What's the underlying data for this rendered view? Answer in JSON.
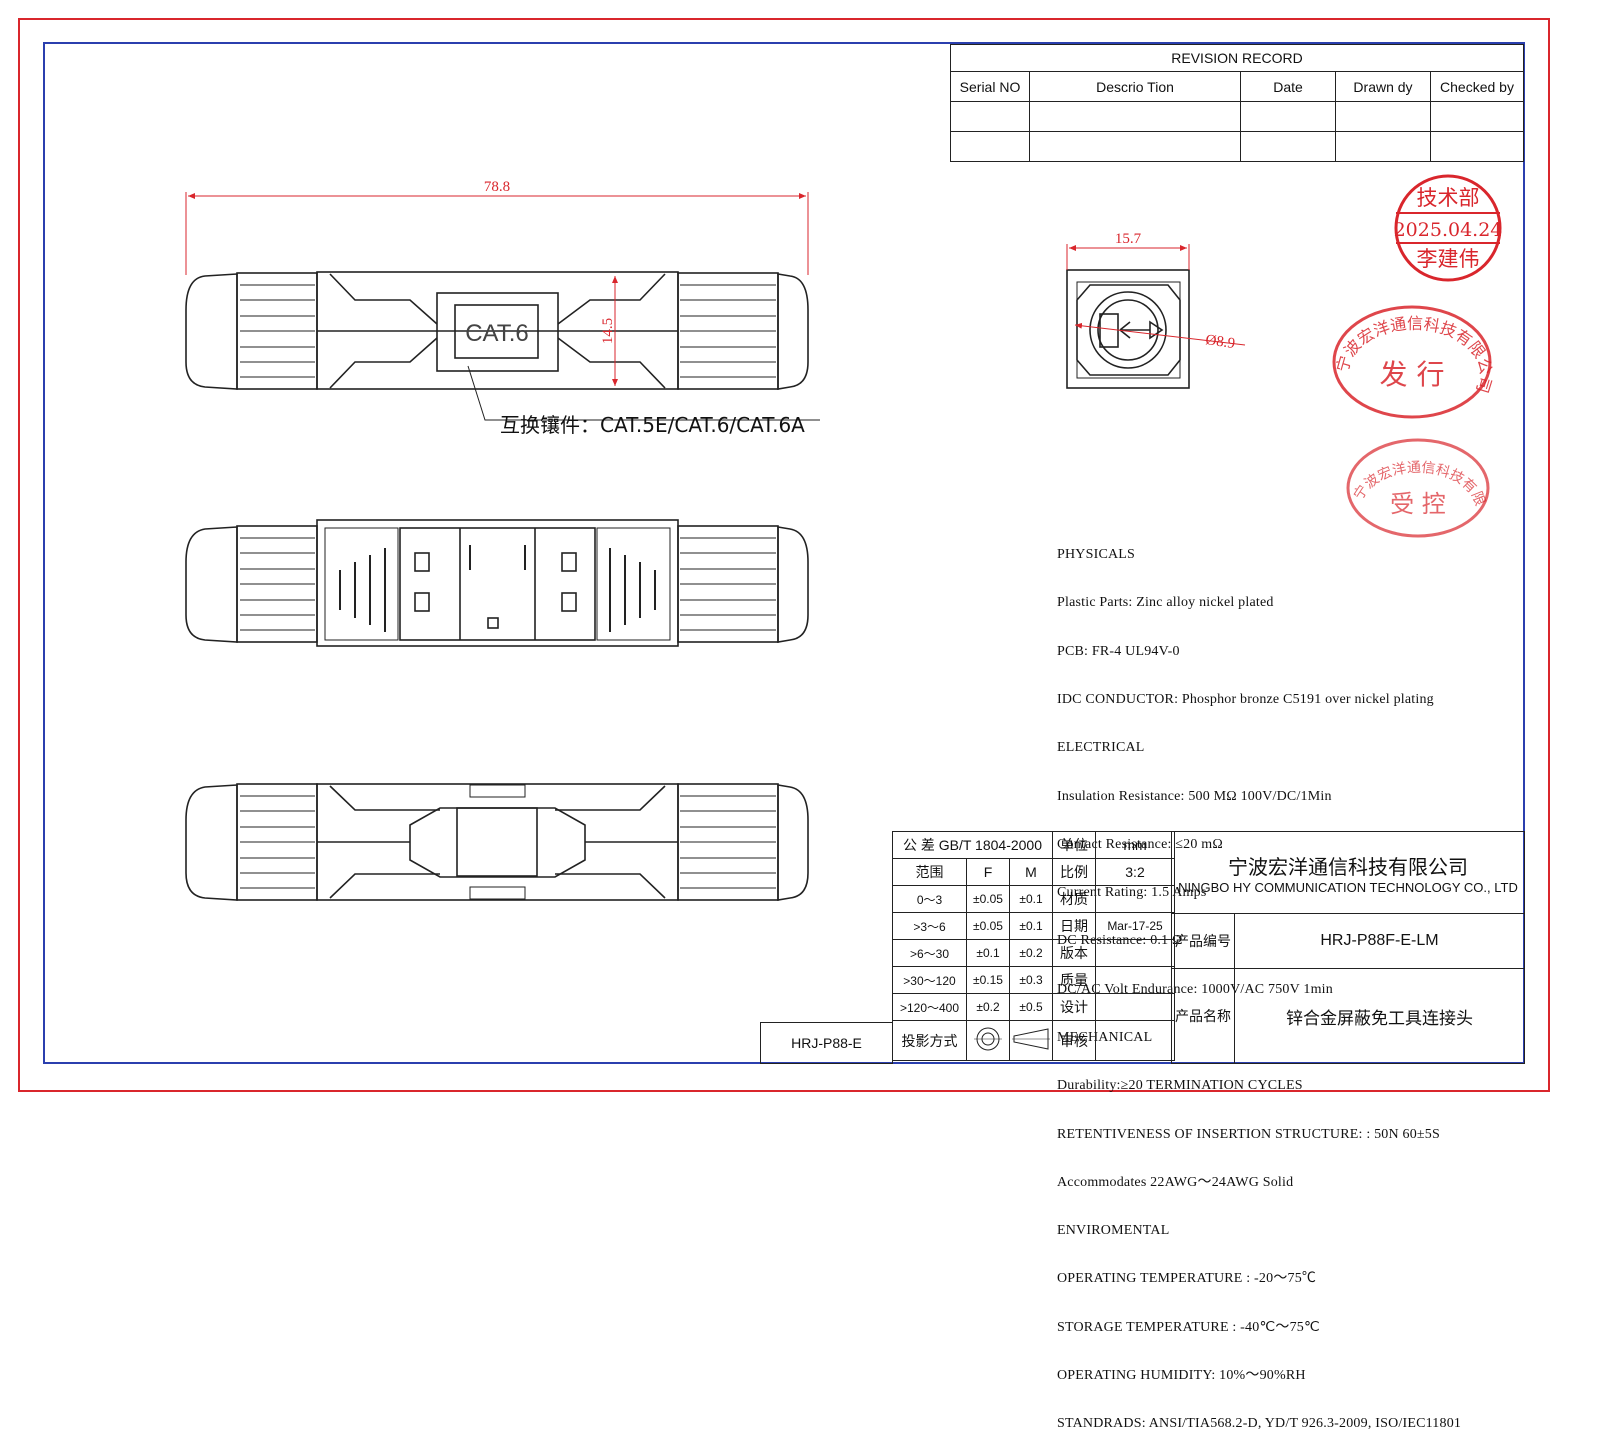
{
  "revision": {
    "title": "REVISION RECORD",
    "headers": [
      "Serial NO",
      "Descrio Tion",
      "Date",
      "Drawn dy",
      "Checked by"
    ]
  },
  "dimensions": {
    "length": "78.8",
    "height": "14.5",
    "width": "15.7",
    "diameter": "Ø8.9",
    "module_label": "CAT.6"
  },
  "callout": "互换镶件：CAT.5E/CAT.6/CAT.6A",
  "stamps": {
    "approval": {
      "dept": "技术部",
      "date": "2025.04.24",
      "name": "李建伟"
    },
    "issue": {
      "company": "宁波宏洋通信科技有限公司",
      "label": "发 行"
    },
    "control": {
      "company": "宁波宏洋通信科技有限公司",
      "label": "受 控"
    }
  },
  "specs": [
    "PHYSICALS",
    "Plastic Parts: Zinc alloy nickel plated",
    "PCB: FR-4 UL94V-0",
    "IDC CONDUCTOR: Phosphor bronze C5191 over nickel plating",
    "ELECTRICAL",
    "Insulation Resistance: 500 MΩ 100V/DC/1Min",
    "Contact Resistance: ≤20 mΩ",
    "Current Rating: 1.5 Amps",
    "DC Resistance: 0.1 Ω",
    "DC/AC Volt Endurance: 1000V/AC 750V 1min",
    "MECHANICAL",
    "Durability:≥20 TERMINATION CYCLES",
    "RETENTIVENESS OF INSERTION STRUCTURE: : 50N 60±5S",
    "Accommodates 22AWG～24AWG Solid",
    "ENVIROMENTAL",
    "OPERATING TEMPERATURE : -20～75℃",
    "STORAGE TEMPERATURE : -40℃～75℃",
    "OPERATING HUMIDITY: 10%～90%RH",
    "STANDRADS: ANSI/TIA568.2-D, YD/T 926.3-2009, ISO/IEC11801"
  ],
  "titleblock": {
    "tolerance_std": "公 差 GB/T 1804-2000",
    "unit_label": "单位",
    "unit": "mm",
    "range_label": "范围",
    "f_label": "F",
    "m_label": "M",
    "scale_label": "比例",
    "scale": "3:2",
    "rows": [
      {
        "range": "0～3",
        "f": "±0.05",
        "m": "±0.1",
        "label": "材质",
        "value": ""
      },
      {
        "range": ">3～6",
        "f": "±0.05",
        "m": "±0.1",
        "label": "日期",
        "value": "Mar-17-25"
      },
      {
        "range": ">6～30",
        "f": "±0.1",
        "m": "±0.2",
        "label": "版本",
        "value": ""
      },
      {
        "range": ">30～120",
        "f": "±0.15",
        "m": "±0.3",
        "label": "质量",
        "value": ""
      },
      {
        "range": ">120～400",
        "f": "±0.2",
        "m": "±0.5",
        "label": "设计",
        "value": ""
      }
    ],
    "projection_label": "投影方式",
    "review_label": "审核",
    "model": "HRJ-P88-E",
    "company_cn": "宁波宏洋通信科技有限公司",
    "company_en": "NINGBO HY COMMUNICATION TECHNOLOGY CO., LTD",
    "product_no_label": "产品编号",
    "product_no": "HRJ-P88F-E-LM",
    "product_name_label": "产品名称",
    "product_name": "锌合金屏蔽免工具连接头"
  }
}
